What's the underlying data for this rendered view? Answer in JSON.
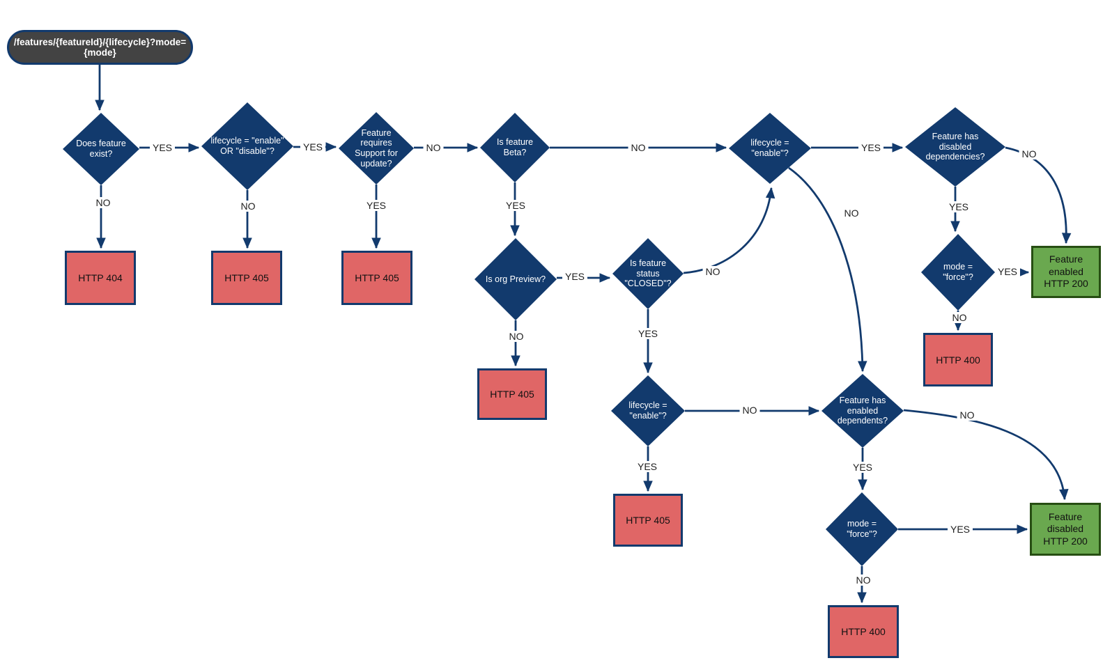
{
  "colors": {
    "diamond": "#123a6d",
    "line": "#123a6d",
    "error": "#e06666",
    "success": "#6aa84f",
    "success-border": "#274e13",
    "start": "#434343"
  },
  "nodes": {
    "start": {
      "type": "start",
      "label": "/features/{featureId}/{lifecycle}?mode={mode}"
    },
    "does_feature_exist": {
      "type": "decision",
      "label": "Does feature exist?"
    },
    "lifecycle_valid": {
      "type": "decision",
      "label": "lifecycle = \"enable\" OR \"disable\"?"
    },
    "requires_support": {
      "type": "decision",
      "label": "Feature requires Support for update?"
    },
    "is_beta": {
      "type": "decision",
      "label": "Is feature Beta?"
    },
    "org_preview": {
      "type": "decision",
      "label": "Is org Preview?"
    },
    "status_closed": {
      "type": "decision",
      "label": "Is feature status \"CLOSED\"?"
    },
    "lifecycle_enable_top": {
      "type": "decision",
      "label": "lifecycle = \"enable\"?"
    },
    "lifecycle_enable_mid": {
      "type": "decision",
      "label": "lifecycle = \"enable\"?"
    },
    "disabled_dependencies": {
      "type": "decision",
      "label": "Feature has disabled dependencies?"
    },
    "enabled_dependents": {
      "type": "decision",
      "label": "Feature has enabled dependents?"
    },
    "mode_force_enable": {
      "type": "decision",
      "label": "mode = \"force\"?"
    },
    "mode_force_disable": {
      "type": "decision",
      "label": "mode = \"force\"?"
    },
    "http_404": {
      "type": "error",
      "label": "HTTP 404"
    },
    "http_405_lifecycle": {
      "type": "error",
      "label": "HTTP 405"
    },
    "http_405_support": {
      "type": "error",
      "label": "HTTP 405"
    },
    "http_405_preview": {
      "type": "error",
      "label": "HTTP 405"
    },
    "http_405_enable": {
      "type": "error",
      "label": "HTTP 405"
    },
    "http_400_enable": {
      "type": "error",
      "label": "HTTP 400"
    },
    "http_400_disable": {
      "type": "error",
      "label": "HTTP 400"
    },
    "feature_enabled_200": {
      "type": "success",
      "label": "Feature enabled HTTP 200"
    },
    "feature_disabled_200": {
      "type": "success",
      "label": "Feature disabled HTTP 200"
    }
  },
  "edges": [
    {
      "from": "start",
      "to": "does_feature_exist",
      "label": ""
    },
    {
      "from": "does_feature_exist",
      "to": "lifecycle_valid",
      "label": "YES"
    },
    {
      "from": "does_feature_exist",
      "to": "http_404",
      "label": "NO"
    },
    {
      "from": "lifecycle_valid",
      "to": "requires_support",
      "label": "YES"
    },
    {
      "from": "lifecycle_valid",
      "to": "http_405_lifecycle",
      "label": "NO"
    },
    {
      "from": "requires_support",
      "to": "is_beta",
      "label": "NO"
    },
    {
      "from": "requires_support",
      "to": "http_405_support",
      "label": "YES"
    },
    {
      "from": "is_beta",
      "to": "lifecycle_enable_top",
      "label": "NO"
    },
    {
      "from": "is_beta",
      "to": "org_preview",
      "label": "YES"
    },
    {
      "from": "org_preview",
      "to": "status_closed",
      "label": "YES"
    },
    {
      "from": "org_preview",
      "to": "http_405_preview",
      "label": "NO"
    },
    {
      "from": "status_closed",
      "to": "lifecycle_enable_top",
      "label": "NO"
    },
    {
      "from": "status_closed",
      "to": "lifecycle_enable_mid",
      "label": "YES"
    },
    {
      "from": "lifecycle_enable_mid",
      "to": "http_405_enable",
      "label": "YES"
    },
    {
      "from": "lifecycle_enable_mid",
      "to": "enabled_dependents",
      "label": "NO"
    },
    {
      "from": "lifecycle_enable_top",
      "to": "disabled_dependencies",
      "label": "YES"
    },
    {
      "from": "lifecycle_enable_top",
      "to": "enabled_dependents",
      "label": "NO"
    },
    {
      "from": "disabled_dependencies",
      "to": "mode_force_enable",
      "label": "YES"
    },
    {
      "from": "disabled_dependencies",
      "to": "feature_enabled_200",
      "label": "NO"
    },
    {
      "from": "mode_force_enable",
      "to": "feature_enabled_200",
      "label": "YES"
    },
    {
      "from": "mode_force_enable",
      "to": "http_400_enable",
      "label": "NO"
    },
    {
      "from": "enabled_dependents",
      "to": "mode_force_disable",
      "label": "YES"
    },
    {
      "from": "enabled_dependents",
      "to": "feature_disabled_200",
      "label": "NO"
    },
    {
      "from": "mode_force_disable",
      "to": "feature_disabled_200",
      "label": "YES"
    },
    {
      "from": "mode_force_disable",
      "to": "http_400_disable",
      "label": "NO"
    }
  ]
}
